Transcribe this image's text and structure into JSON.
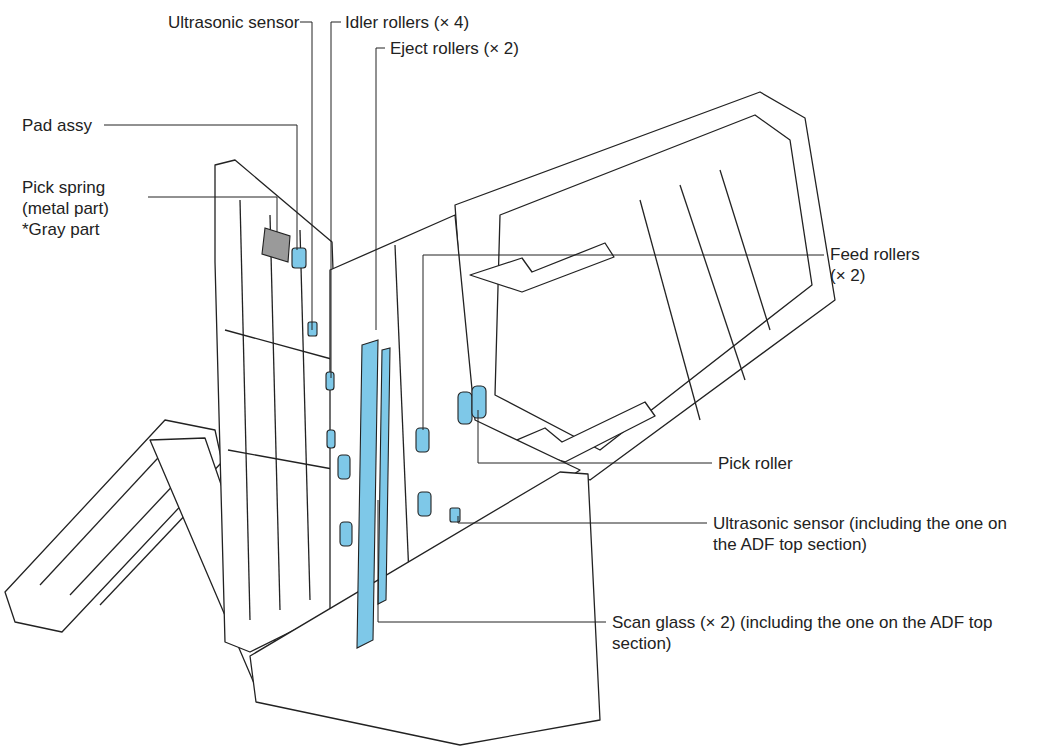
{
  "diagram": {
    "labels": [
      "Ultrasonic sensor",
      "Idler rollers (× 4)",
      "Eject rollers (× 2)",
      "Pad assy",
      "Pick spring (metal part) *Gray part",
      "Feed rollers (× 2)",
      "Pick roller",
      "Ultrasonic sensor (including the one on the ADF top section)",
      "Scan glass (× 2) (including the one on the ADF top section)"
    ]
  }
}
